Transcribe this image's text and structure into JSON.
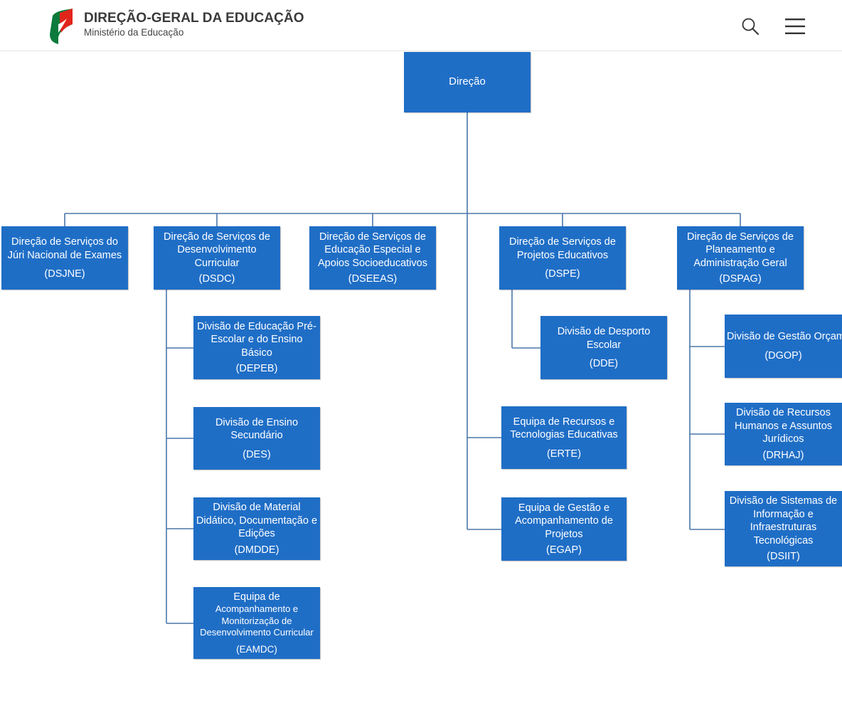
{
  "header": {
    "title": "DIREÇÃO-GERAL DA EDUCAÇÃO",
    "subtitle": "Ministério da Educação",
    "icons": {
      "logo": "dge-flag-logo",
      "search": "search-icon",
      "menu": "hamburger-menu-icon"
    }
  },
  "colors": {
    "node": "#1f6ec6",
    "line": "#4a76a8",
    "brand_green": "#0c7a3c",
    "brand_red": "#e1251b"
  },
  "org": {
    "root": {
      "name": "Direção"
    },
    "dsjne": {
      "name": "Direção de Serviços do Júri Nacional de Exames",
      "abbr": "(DSJNE)"
    },
    "dsdc": {
      "name": "Direção de Serviços de Desenvolvimento Curricular",
      "abbr": "(DSDC)"
    },
    "dseeas": {
      "name": "Direção de Serviços de Educação Especial e Apoios Socioeducativos",
      "abbr": "(DSEEAS)"
    },
    "dspe": {
      "name": "Direção de Serviços de Projetos Educativos",
      "abbr": "(DSPE)"
    },
    "dspag": {
      "name": "Direção de Serviços de Planeamento e Administração Geral",
      "abbr": "(DSPAG)"
    },
    "depeb": {
      "name": "Divisão de Educação Pré-Escolar e do Ensino Básico",
      "abbr": "(DEPEB)"
    },
    "des": {
      "name": "Divisão de Ensino Secundário",
      "abbr": "(DES)"
    },
    "dmdde": {
      "name": "Divisão de Material Didático, Documentação e Edições",
      "abbr": "(DMDDE)"
    },
    "eamdc": {
      "name_top": "Equipa de",
      "name": "Acompanhamento e Monitorização de Desenvolvimento Curricular",
      "abbr": "(EAMDC)"
    },
    "dde": {
      "name": "Divisão de Desporto Escolar",
      "abbr": "(DDE)"
    },
    "erte": {
      "name": "Equipa de Recursos e Tecnologias Educativas",
      "abbr": "(ERTE)"
    },
    "egap": {
      "name": "Equipa de Gestão e Acompanhamento de Projetos",
      "abbr": "(EGAP)"
    },
    "dgop": {
      "name": "Divisão  de Gestão Orçamental e Patrimonial",
      "abbr": "(DGOP)"
    },
    "drhaj": {
      "name": "Divisão de Recursos Humanos e Assuntos Jurídicos",
      "abbr": "(DRHAJ)"
    },
    "dsiit": {
      "name": "Divisão de Sistemas de Informação e Infraestruturas Tecnológicas",
      "abbr": "(DSIIT)"
    }
  }
}
